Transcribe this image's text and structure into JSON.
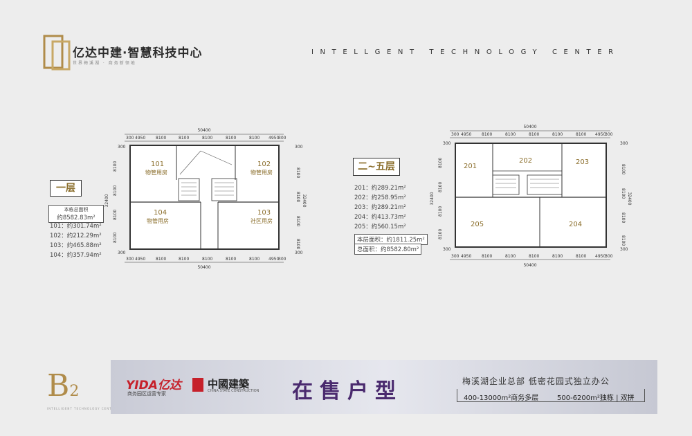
{
  "header": {
    "logo_cn": "亿达中建·智慧科技中心",
    "logo_sub": "世界梅溪湖 · 商务新领地",
    "tagline": "INTELLGENT TECHNOLOGY CENTER"
  },
  "floor1": {
    "badge": "一层",
    "rooms": [
      {
        "no": "101",
        "use": "物管用房"
      },
      {
        "no": "102",
        "use": "物管用房"
      },
      {
        "no": "104",
        "use": "物管用房"
      },
      {
        "no": "103",
        "use": "社区用房"
      }
    ],
    "dims_top": [
      "300",
      "4950",
      "8100",
      "8100",
      "8100",
      "8100",
      "8100",
      "4950",
      "300"
    ],
    "total_width": "50400",
    "total_height": "32400",
    "dims_side": [
      "300",
      "8100",
      "8100",
      "8100",
      "8100",
      "300"
    ],
    "building_area_label": "本栋总面积",
    "building_area": "约8582.83m²",
    "areas": [
      "101：约301.74m²",
      "102：约212.29m²",
      "103：约465.88m²",
      "104：约357.94m²"
    ]
  },
  "floor2": {
    "badge": "二~五层",
    "rooms": [
      "201",
      "202",
      "203",
      "205",
      "204"
    ],
    "dims_top": [
      "300",
      "4950",
      "8100",
      "8100",
      "8100",
      "8100",
      "8100",
      "4950",
      "300"
    ],
    "total_width": "50400",
    "total_height": "32400",
    "dims_side": [
      "300",
      "8100",
      "8100",
      "8100",
      "8100",
      "300"
    ],
    "areas": [
      "201：约289.21m²",
      "202：约258.95m²",
      "203：约289.21m²",
      "204：约413.73m²",
      "205：约560.15m²"
    ],
    "floor_area": "本层面积：约1811.25m²",
    "total_area": "总面积：约8582.80m²"
  },
  "footer": {
    "b2": "B",
    "b2_num": "2",
    "b2_sub": "INTELLIGENT TECHNOLOGY CENTER",
    "yida": "YIDA亿达",
    "yida_sub": "商务园区运营专家",
    "cscec": "中國建築",
    "cscec_sub": "CHINA STATE CONSTRUCTION",
    "on_sale": "在售户型",
    "right_title": "梅溪湖企业总部  低密花园式独立办公",
    "right_a": "400-13000m²商务多层",
    "right_b": "500-6200m²独栋 | 双拼"
  },
  "colors": {
    "gold": "#b08c4a",
    "room_text": "#8a6d2a",
    "on_sale": "#4a2a6e"
  }
}
